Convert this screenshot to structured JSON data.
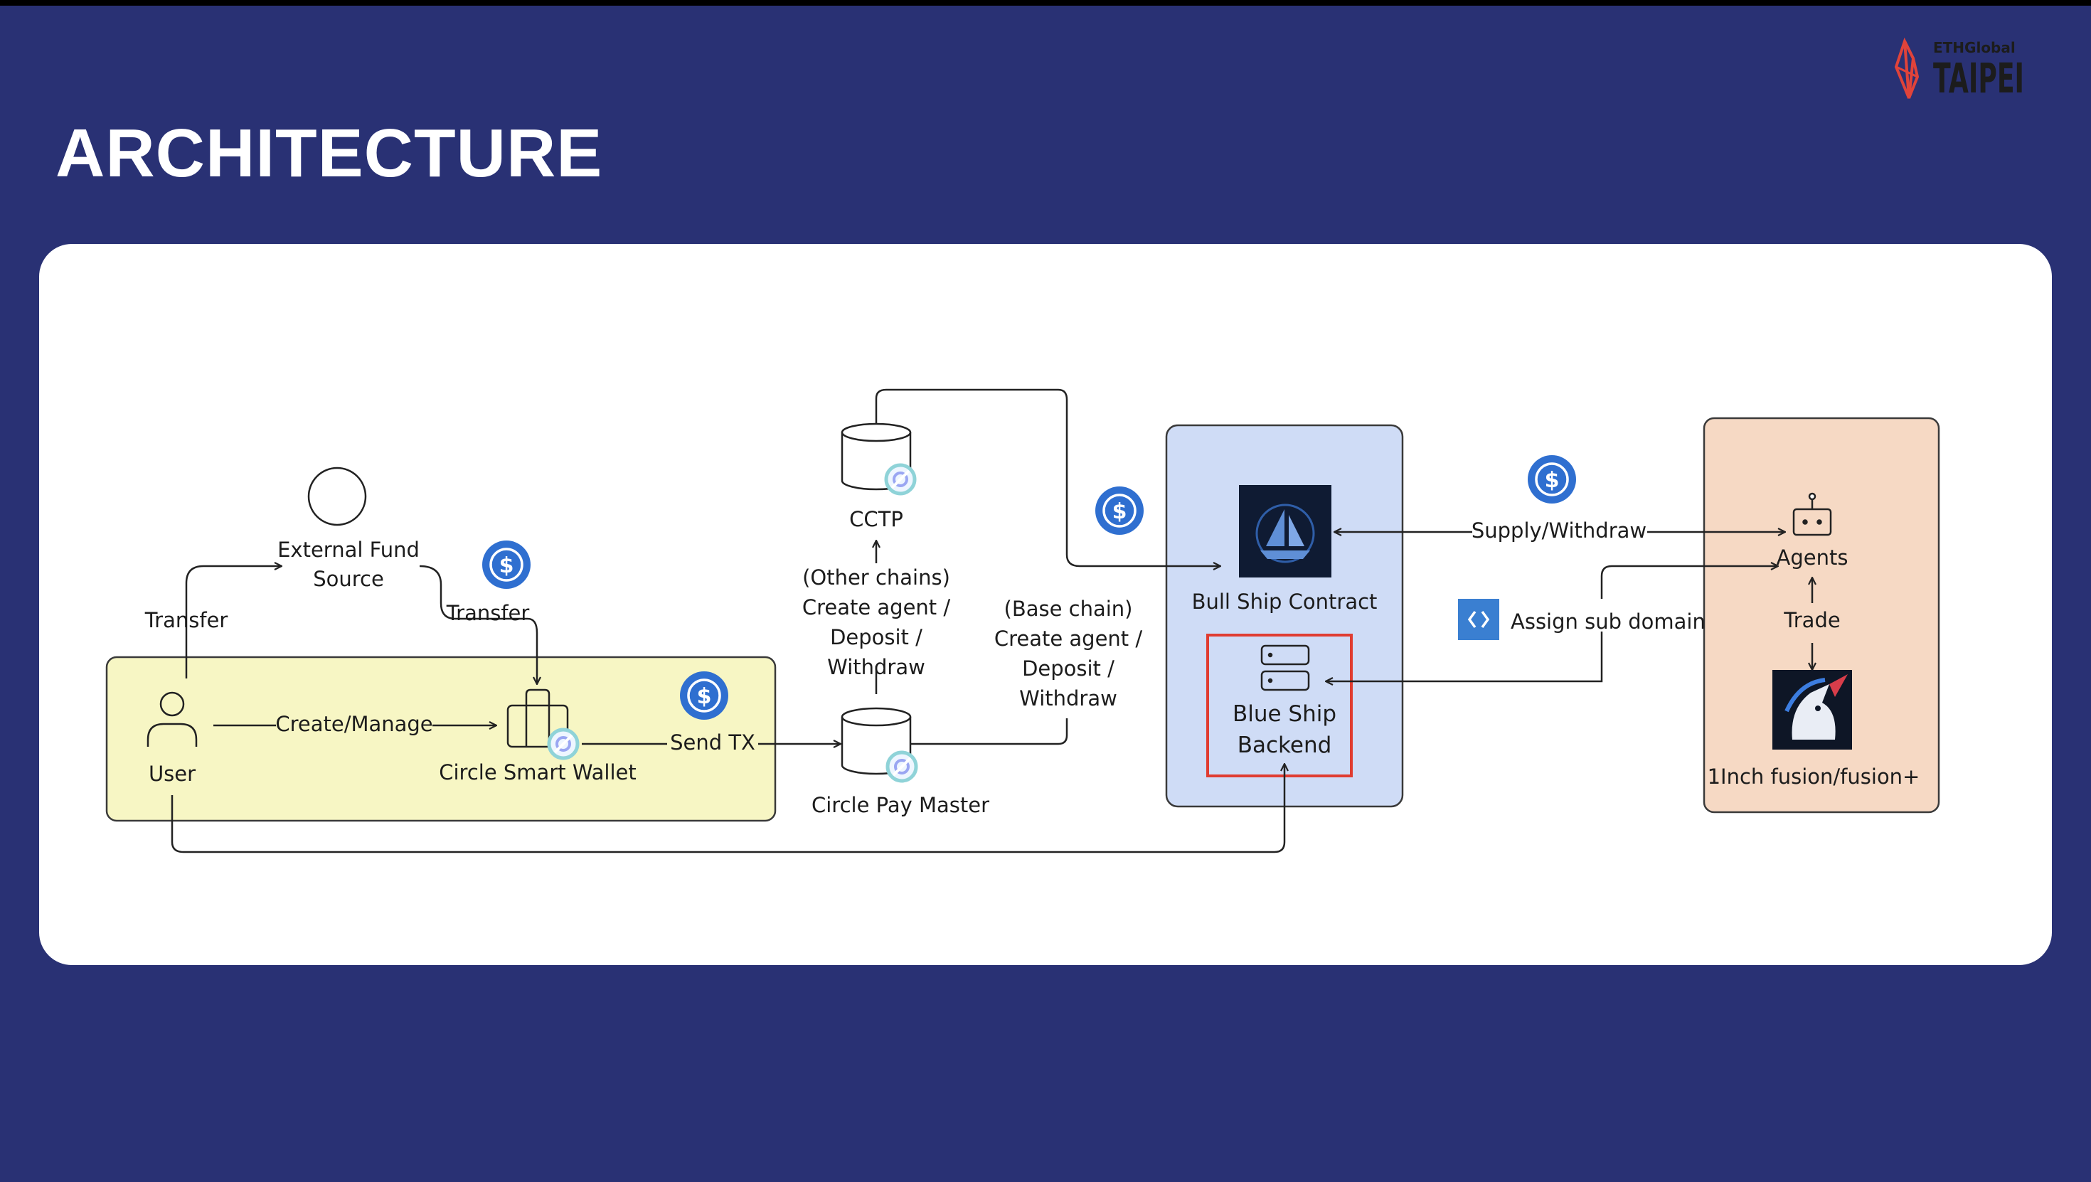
{
  "slide": {
    "title": "ARCHITECTURE",
    "logo": {
      "small": "ETHGlobal",
      "big": "TAIPEI",
      "accent": "#e0433a"
    }
  },
  "colors": {
    "background": "#293174",
    "card": "#ffffff",
    "user_zone": "#f7f6c4",
    "bullship_zone": "#cfdcf6",
    "inch_zone": "#f6d9c4",
    "highlight": "#e03c31",
    "usdc": "#2f6fd0"
  },
  "icons": [
    "usdc-icon",
    "circle-logo-icon",
    "user-icon",
    "wallet-icon",
    "database-icon",
    "server-icon",
    "sailboat-icon",
    "robot-icon",
    "ens-icon",
    "unicorn-icon"
  ],
  "nodes": {
    "external_fund": [
      "External Fund",
      "Source"
    ],
    "user": "User",
    "wallet": "Circle Smart Wallet",
    "cctp": "CCTP",
    "paymaster": "Circle Pay Master",
    "contract": "Bull Ship Contract",
    "backend": [
      "Blue Ship",
      "Backend"
    ],
    "agents": "Agents",
    "inch": "1Inch fusion/fusion+"
  },
  "edges": {
    "transfer_1": "Transfer",
    "transfer_2": "Transfer",
    "create_manage": "Create/Manage",
    "send_tx": "Send TX",
    "other_chains": [
      "(Other chains)",
      "Create agent /",
      "Deposit /",
      "Withdraw"
    ],
    "base_chain": [
      "(Base chain)",
      "Create agent /",
      "Deposit /",
      "Withdraw"
    ],
    "supply_withdraw": "Supply/Withdraw",
    "assign": "Assign sub domain",
    "trade": "Trade"
  }
}
